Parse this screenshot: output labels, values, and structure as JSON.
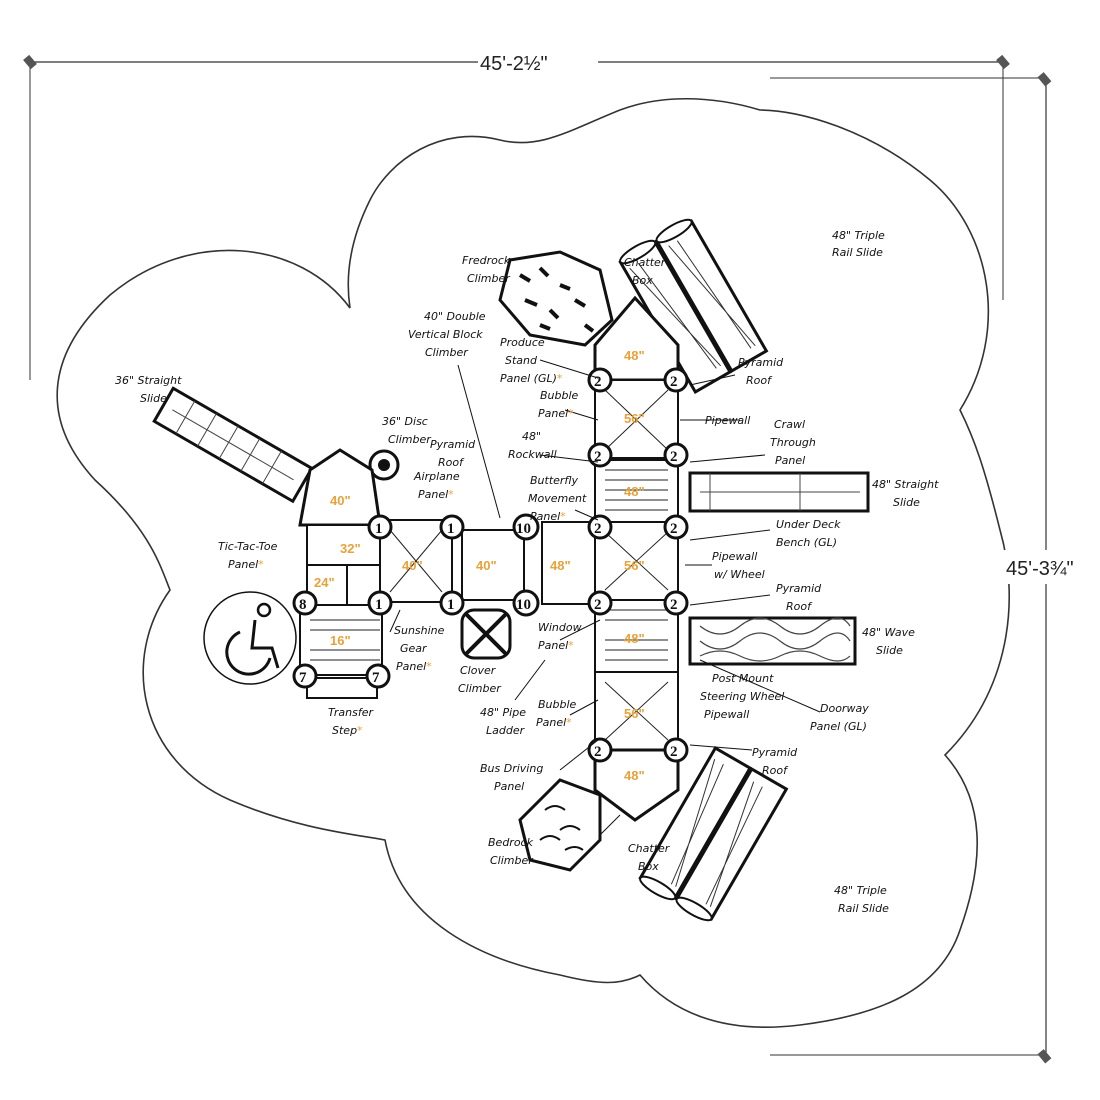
{
  "dimensions": {
    "width": "45'-2½\"",
    "height": "45'-3¾\""
  },
  "accent_color": "#e8a23a",
  "deck_heights": [
    "48\"",
    "56\"",
    "48\"",
    "40\"",
    "32\"",
    "24\"",
    "16\"",
    "40\"",
    "40\"",
    "48\"",
    "56\"",
    "48\"",
    "56\"",
    "48\""
  ],
  "post_heights": [
    "2",
    "2",
    "2",
    "2",
    "2",
    "2",
    "2",
    "2",
    "2",
    "2",
    "1",
    "1",
    "1",
    "1",
    "10",
    "10",
    "8",
    "7",
    "7"
  ],
  "accessibility_icon": "wheelchair-icon",
  "labels": {
    "triple_slide_top": [
      "48\" Triple",
      "Rail Slide"
    ],
    "chatter_box_top": [
      "Chatter",
      "Box"
    ],
    "fredrock": [
      "Fredrock",
      "Climber"
    ],
    "double_block": [
      "40\" Double",
      "Vertical Block",
      "Climber"
    ],
    "produce_stand": [
      "Produce",
      "Stand",
      "Panel (GL)"
    ],
    "pyramid_roof_1": [
      "Pyramid",
      "Roof"
    ],
    "bubble_panel_1": [
      "Bubble",
      "Panel"
    ],
    "pipewall_1": [
      "Pipewall"
    ],
    "straight_slide_36": [
      "36\" Straight",
      "Slide"
    ],
    "disc_climber": [
      "36\" Disc",
      "Climber"
    ],
    "pyramid_roof_2": [
      "Pyramid",
      "Roof"
    ],
    "airplane_panel": [
      "Airplane",
      "Panel"
    ],
    "rockwall": [
      "48\"",
      "Rockwall"
    ],
    "butterfly": [
      "Butterfly",
      "Movement",
      "Panel"
    ],
    "crawl_through": [
      "Crawl",
      "Through",
      "Panel"
    ],
    "straight_slide_48": [
      "48\" Straight",
      "Slide"
    ],
    "under_deck_bench": [
      "Under Deck",
      "Bench (GL)"
    ],
    "tic_tac_toe": [
      "Tic-Tac-Toe",
      "Panel"
    ],
    "pipewall_wheel": [
      "Pipewall",
      "w/ Wheel"
    ],
    "pyramid_roof_3": [
      "Pyramid",
      "Roof"
    ],
    "window_panel": [
      "Window",
      "Panel"
    ],
    "sunshine_gear": [
      "Sunshine",
      "Gear",
      "Panel"
    ],
    "wave_slide": [
      "48\" Wave",
      "Slide"
    ],
    "clover_climber": [
      "Clover",
      "Climber"
    ],
    "post_mount_wheel": [
      "Post Mount",
      "Steering Wheel"
    ],
    "pipewall_2": [
      "Pipewall"
    ],
    "doorway_panel": [
      "Doorway",
      "Panel (GL)"
    ],
    "transfer_step": [
      "Transfer",
      "Step"
    ],
    "pipe_ladder": [
      "48\" Pipe",
      "Ladder"
    ],
    "bubble_panel_2": [
      "Bubble",
      "Panel"
    ],
    "pyramid_roof_4": [
      "Pyramid",
      "Roof"
    ],
    "bus_driving": [
      "Bus Driving",
      "Panel"
    ],
    "bedrock": [
      "Bedrock",
      "Climber"
    ],
    "chatter_box_bottom": [
      "Chatter",
      "Box"
    ],
    "triple_slide_bottom": [
      "48\" Triple",
      "Rail Slide"
    ]
  }
}
